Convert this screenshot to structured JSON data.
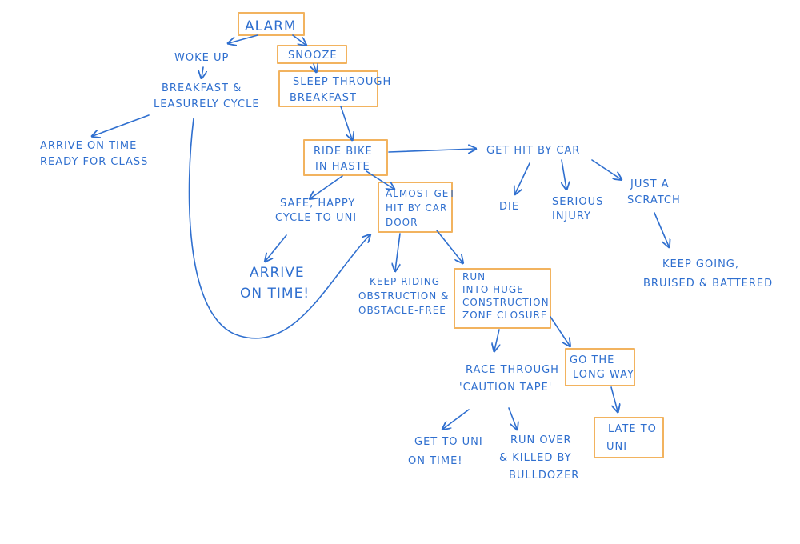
{
  "diagram": {
    "colors": {
      "ink": "#2f6fcf",
      "box": "#f2b35f",
      "background": "#ffffff"
    },
    "nodes": {
      "alarm": {
        "lines": [
          "ALARM"
        ]
      },
      "snooze": {
        "lines": [
          "SNOOZE"
        ]
      },
      "woke_up": {
        "lines": [
          "WOKE UP"
        ]
      },
      "breakfast": {
        "lines": [
          "BREAKFAST &",
          "LEASURELY CYCLE"
        ]
      },
      "arrive_class": {
        "lines": [
          "ARRIVE ON TIME",
          "READY FOR CLASS"
        ]
      },
      "sleep": {
        "lines": [
          "SLEEP THROUGH",
          "BREAKFAST"
        ]
      },
      "ride": {
        "lines": [
          "RIDE BIKE",
          "IN HASTE"
        ]
      },
      "hit": {
        "lines": [
          "GET HIT BY CAR"
        ]
      },
      "die": {
        "lines": [
          "DIE"
        ]
      },
      "serious": {
        "lines": [
          "SERIOUS",
          "INJURY"
        ]
      },
      "scratch": {
        "lines": [
          "JUST A",
          "SCRATCH"
        ]
      },
      "keep_going": {
        "lines": [
          "KEEP GOING,",
          "BRUISED & BATTERED"
        ]
      },
      "safe": {
        "lines": [
          "SAFE, HAPPY",
          "CYCLE TO UNI"
        ]
      },
      "arrive_time": {
        "lines": [
          "ARRIVE",
          "ON TIME!"
        ]
      },
      "almost": {
        "lines": [
          "ALMOST GET",
          "HIT BY CAR",
          "DOOR"
        ]
      },
      "keep_riding": {
        "lines": [
          "KEEP RIDING",
          "OBSTRUCTION &",
          "OBSTACLE-FREE"
        ]
      },
      "run_into": {
        "lines": [
          "RUN",
          "INTO HUGE",
          "CONSTRUCTION",
          "ZONE CLOSURE"
        ]
      },
      "race": {
        "lines": [
          "RACE THROUGH",
          "'CAUTION TAPE'"
        ]
      },
      "long_way": {
        "lines": [
          "GO THE",
          "LONG WAY"
        ]
      },
      "get_uni": {
        "lines": [
          "GET TO UNI",
          "ON TIME!"
        ]
      },
      "bulldozer": {
        "lines": [
          "RUN OVER",
          "& KILLED BY",
          "BULLDOZER"
        ]
      },
      "late": {
        "lines": [
          "LATE TO",
          "UNI"
        ]
      }
    }
  }
}
